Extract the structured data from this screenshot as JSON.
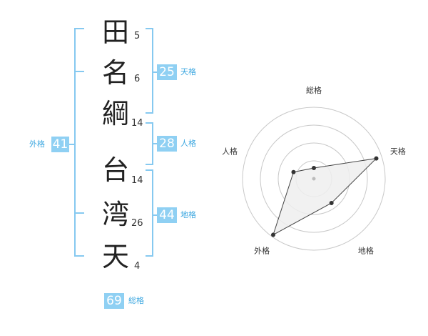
{
  "name": {
    "characters": [
      {
        "char": "田",
        "strokes": "5"
      },
      {
        "char": "名",
        "strokes": "6"
      },
      {
        "char": "綱",
        "strokes": "14"
      },
      {
        "char": "台",
        "strokes": "14"
      },
      {
        "char": "湾",
        "strokes": "26"
      },
      {
        "char": "天",
        "strokes": "4"
      }
    ]
  },
  "fortunes": {
    "tenkaku": {
      "value": "25",
      "label": "天格"
    },
    "jinkaku": {
      "value": "28",
      "label": "人格"
    },
    "chikaku": {
      "value": "44",
      "label": "地格"
    },
    "gaikaku": {
      "value": "41",
      "label": "外格"
    },
    "soukaku": {
      "value": "69",
      "label": "総格"
    }
  },
  "chart_data": {
    "type": "radar",
    "axes": [
      "総格",
      "天格",
      "地格",
      "外格",
      "人格"
    ],
    "rings": 4,
    "grid": true,
    "values": [
      0.15,
      0.92,
      0.42,
      0.97,
      0.3
    ]
  },
  "colors": {
    "accent": "#8fd0f3",
    "label": "#3ca7e0",
    "bracket": "#86c9f0",
    "ring": "#c8c8c8",
    "fill": "#eeeeee"
  }
}
